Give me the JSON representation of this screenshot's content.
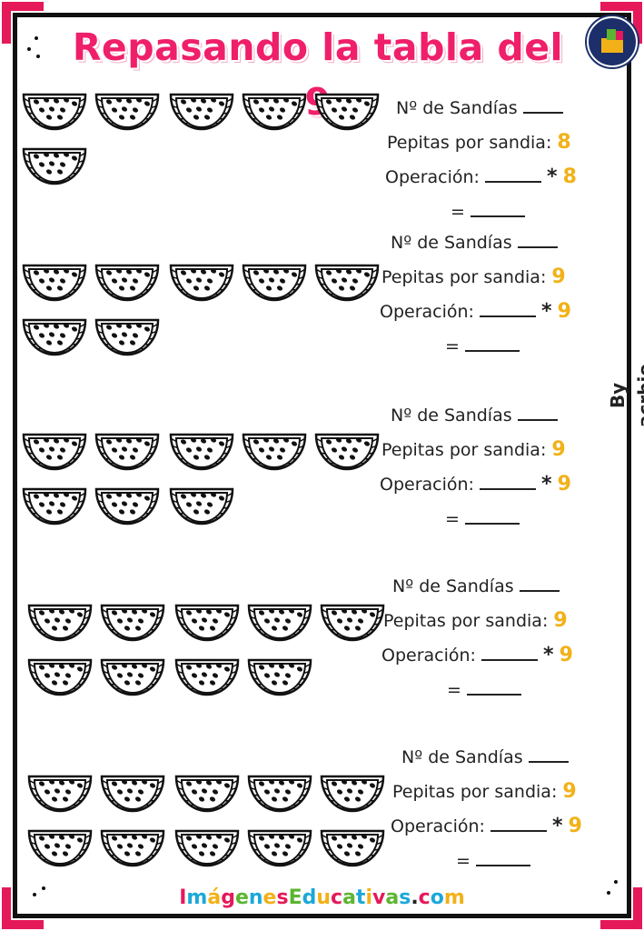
{
  "title": "Repasando la tabla del 9",
  "author": "By acrbio",
  "footer": {
    "letters": [
      "I",
      "m",
      "á",
      "g",
      "e",
      "n",
      "e",
      "s",
      "E",
      "d",
      "u",
      "c",
      "a",
      "t",
      "i",
      "v",
      "a",
      "s",
      ".",
      "c",
      "o",
      "m"
    ],
    "colors": [
      "#e5195a",
      "#1ba8d8",
      "#f2b118",
      "#e5195a",
      "#5cb531",
      "#1ba8d8",
      "#f2b118",
      "#e5195a",
      "#5cb531",
      "#1ba8d8",
      "#f2b118",
      "#e5195a",
      "#5cb531",
      "#1ba8d8",
      "#f2b118",
      "#e5195a",
      "#5cb531",
      "#1ba8d8",
      "#222222",
      "#e5195a",
      "#1ba8d8",
      "#f2b118"
    ]
  },
  "labels": {
    "sandias": "Nº de Sandías",
    "pepitas": "Pepitas por sandia:",
    "operacion": "Operación:",
    "multiply": "*",
    "equals": "="
  },
  "exercises": [
    {
      "watermelons": 6,
      "seeds_per_melon": "8"
    },
    {
      "watermelons": 7,
      "seeds_per_melon": "9"
    },
    {
      "watermelons": 8,
      "seeds_per_melon": "9"
    },
    {
      "watermelons": 9,
      "seeds_per_melon": "9"
    },
    {
      "watermelons": 10,
      "seeds_per_melon": "9"
    }
  ],
  "colors": {
    "frame": "#111111",
    "title": "#ef1f6a",
    "accent_number": "#f2b118",
    "corner": "#e5195a"
  }
}
